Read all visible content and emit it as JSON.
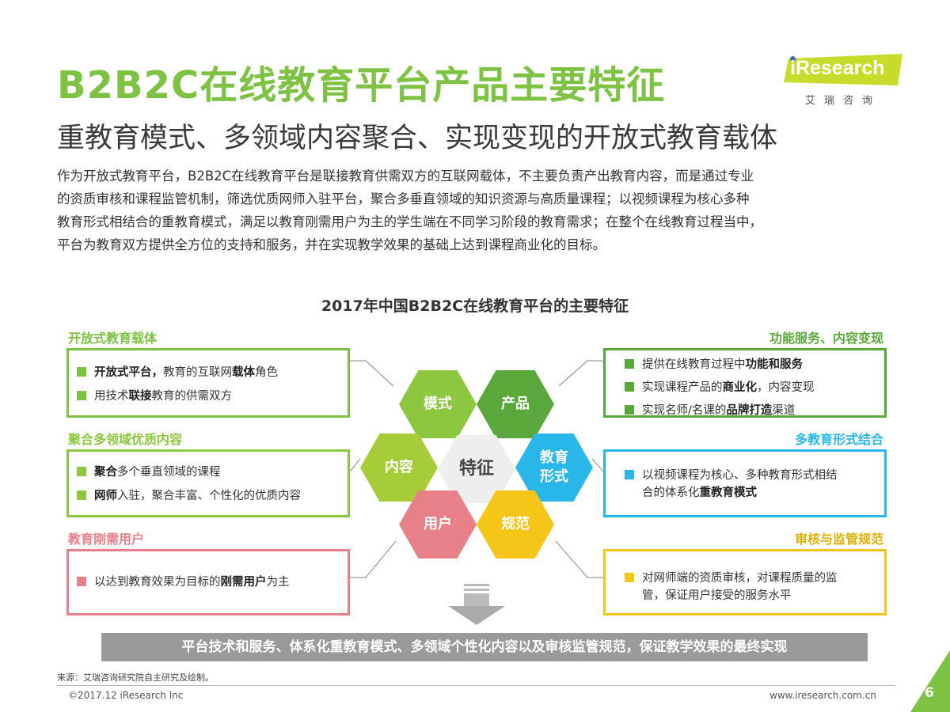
{
  "header": {
    "title": "B2B2C在线教育平台产品主要特征",
    "subtitle": "重教育模式、多领域内容聚合、实现变现的开放式教育载体",
    "intro_lines": [
      "作为开放式教育平台，B2B2C在线教育平台是联接教育供需双方的互联网载体，不主要负责产出教育内容，而是通过专业",
      "的资质审核和课程监管机制，筛选优质网师入驻平台，聚合多垂直领域的知识资源与高质量课程；以视频课程为核心多种",
      "教育形式相结合的重教育模式，满足以教育刚需用户为主的学生端在不同学习阶段的教育需求；在整个在线教育过程当中，",
      "平台为教育双方提供全方位的支持和服务，并在实现教学效果的基础上达到课程商业化的目标。"
    ]
  },
  "logo": {
    "text": "iResearch",
    "sub": "艾瑞咨询"
  },
  "diagram": {
    "title": "2017年中国B2B2C在线教育平台的主要特征",
    "hexes": {
      "center": "特征",
      "moshi": "模式",
      "chanpin": "产品",
      "neirong": "内容",
      "jiaoyu": "教育",
      "xingshi": "形式",
      "yonghu": "用户",
      "guifan": "规范"
    },
    "left": [
      {
        "heading": "开放式教育载体",
        "color": "#7dc242",
        "items": [
          [
            [
              "开放式平台，",
              true
            ],
            [
              "教育的互联网",
              false
            ],
            [
              "载体",
              true
            ],
            [
              "角色",
              false
            ]
          ],
          [
            [
              "用技术",
              false
            ],
            [
              "联接",
              true
            ],
            [
              "教育的供需双方",
              false
            ]
          ]
        ]
      },
      {
        "heading": "聚合多领域优质内容",
        "color": "#8dc63f",
        "items": [
          [
            [
              "聚合",
              true
            ],
            [
              "多个垂直领域的课程",
              false
            ]
          ],
          [
            [
              "网师",
              true
            ],
            [
              "入驻，聚合丰富、个性化的优质内容",
              false
            ]
          ]
        ]
      },
      {
        "heading": "教育刚需用户",
        "color": "#e8808a",
        "items": [
          [
            [
              "以达到教育效果为目标的",
              false
            ],
            [
              "刚需用户",
              true
            ],
            [
              "为主",
              false
            ]
          ]
        ]
      }
    ],
    "right": [
      {
        "heading": "功能服务、内容变现",
        "color": "#5aa83c",
        "items": [
          [
            [
              "提供在线教育过程中",
              false
            ],
            [
              "功能和服务",
              true
            ]
          ],
          [
            [
              "实现课程产品的",
              false
            ],
            [
              "商业化",
              true
            ],
            [
              "，内容变现",
              false
            ]
          ],
          [
            [
              "实现名师/名课的",
              false
            ],
            [
              "品牌打造",
              true
            ],
            [
              "渠道",
              false
            ]
          ]
        ]
      },
      {
        "heading": "多教育形式结合",
        "color": "#29b6e8",
        "items": [
          [
            [
              "以视频课程为核心、多种教育形式相结",
              false
            ]
          ],
          [
            [
              "合的体系化",
              false
            ],
            [
              "重教育模式",
              true
            ]
          ]
        ]
      },
      {
        "heading": "审核与监管规范",
        "color": "#f5c518",
        "items": [
          [
            [
              "对网师端的资质审核，对课程质量的监",
              false
            ]
          ],
          [
            [
              "管，保证用户接受的服务水平",
              false
            ]
          ]
        ]
      }
    ],
    "conclusion": "平台技术和服务、体系化重教育模式、多领域个性化内容以及审核监管规范，保证教学效果的最终实现"
  },
  "footer": {
    "source": "来源：艾瑞咨询研究院自主研究及绘制。",
    "copyright": "©2017.12 iResearch Inc",
    "url": "www.iresearch.com.cn",
    "page": "6"
  },
  "colors": {
    "green": "#7dc242",
    "lightgreen": "#8dc63f",
    "darkgreen": "#5aa83c",
    "blue": "#29b6e8",
    "yellow": "#f5c518",
    "pink": "#e8808a",
    "gray": "#9a9a9a"
  }
}
